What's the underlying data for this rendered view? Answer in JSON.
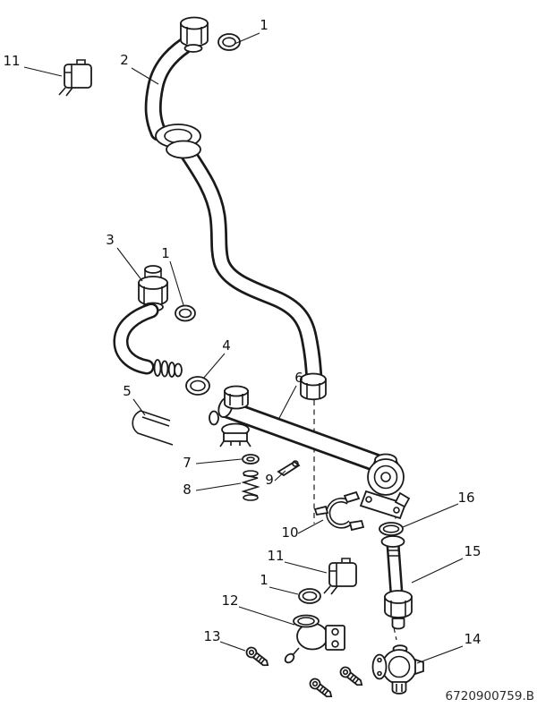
{
  "diagram": {
    "background": "#ffffff",
    "line_color": "#1a1a1a",
    "part_number": "6720900759.B",
    "callouts": [
      {
        "label": "1"
      },
      {
        "label": "2"
      },
      {
        "label": "11"
      },
      {
        "label": "3"
      },
      {
        "label": "1"
      },
      {
        "label": "4"
      },
      {
        "label": "5"
      },
      {
        "label": "6"
      },
      {
        "label": "7"
      },
      {
        "label": "8"
      },
      {
        "label": "9"
      },
      {
        "label": "10"
      },
      {
        "label": "16"
      },
      {
        "label": "11"
      },
      {
        "label": "15"
      },
      {
        "label": "1"
      },
      {
        "label": "12"
      },
      {
        "label": "13"
      },
      {
        "label": "14"
      }
    ]
  }
}
